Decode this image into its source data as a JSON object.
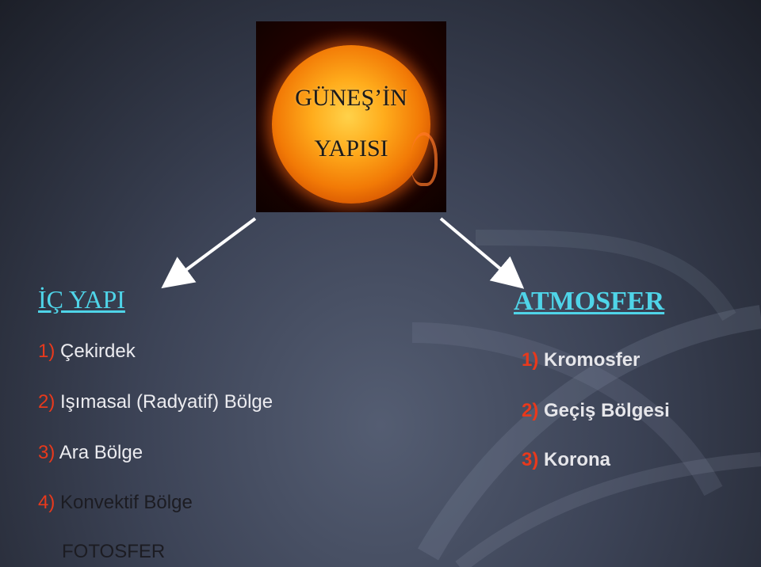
{
  "sun": {
    "title_line1": "GÜNEŞ’İN",
    "title_line2": "YAPISI"
  },
  "left": {
    "heading": "İÇ YAPI",
    "items": [
      {
        "num": "1)",
        "label": "Çekirdek"
      },
      {
        "num": "2)",
        "label": "Işımasal (Radyatif) Bölge"
      },
      {
        "num": "3)",
        "label": "Ara Bölge"
      },
      {
        "num": "4)",
        "label": "Konvektif Bölge"
      }
    ],
    "footer": "FOTOSFER"
  },
  "right": {
    "heading": "ATMOSFER",
    "items": [
      {
        "num": "1)",
        "label": "Kromosfer"
      },
      {
        "num": "2)",
        "label": "Geçiş Bölgesi"
      },
      {
        "num": "3)",
        "label": "Korona"
      }
    ]
  },
  "colors": {
    "heading": "#4fd4e8",
    "number": "#e8391c",
    "arrow": "#ffffff"
  }
}
